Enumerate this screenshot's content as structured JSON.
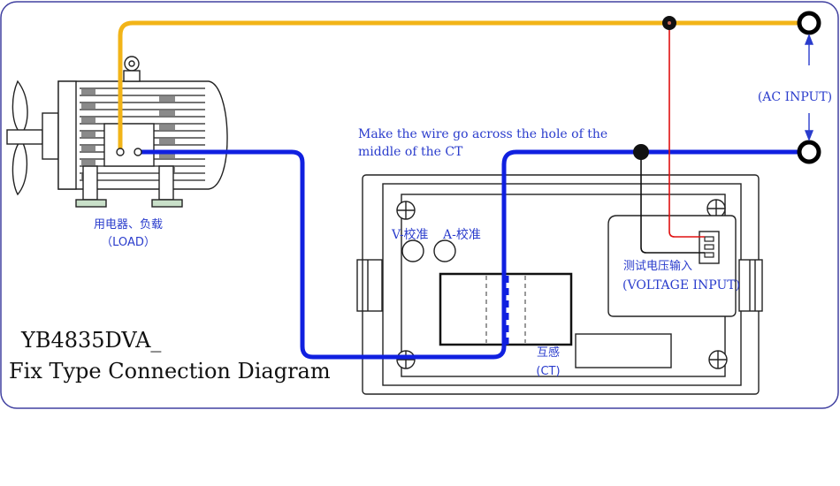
{
  "title": {
    "model": "YB4835DVA_",
    "subtitle": "Fix Type Connection Diagram"
  },
  "labels": {
    "ac_input": "(AC INPUT)",
    "wire_note_line1": "Make the wire go across the hole of the",
    "wire_note_line2": "middle of the CT",
    "load_cn": "用电器、负载",
    "load_en": "（LOAD）",
    "v_calib": "V-校准",
    "a_calib": "A-校准",
    "ct_cn": "互感",
    "ct_en": "(CT)",
    "voltage_input_cn": "测试电压输入",
    "voltage_input_en": "(VOLTAGE INPUT)"
  },
  "colors": {
    "live_wire": "#f2b418",
    "neutral_wire": "#1020e0",
    "red_lead": "#e01010",
    "black_lead": "#111111",
    "frame_border": "#4040a0",
    "label_blue": "#2a3ccc"
  },
  "icons": {
    "motor": "motor-icon",
    "terminal": "terminal-ring-icon",
    "arrow": "arrow-up-icon",
    "screw": "screw-icon"
  }
}
